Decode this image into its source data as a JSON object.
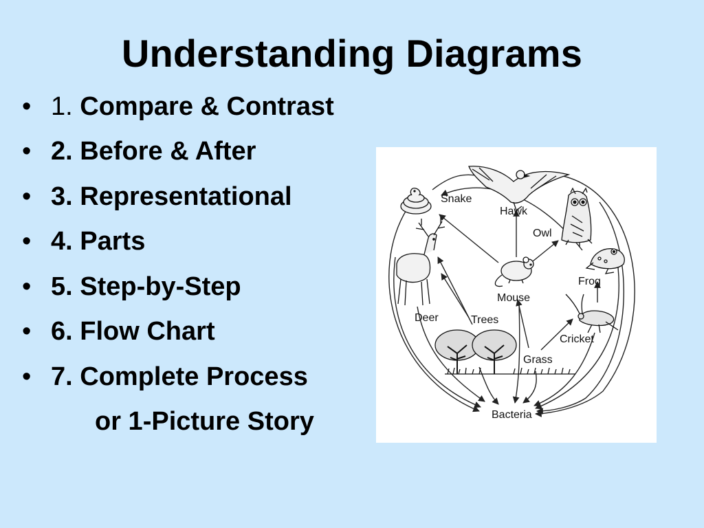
{
  "slide": {
    "title": "Understanding Diagrams"
  },
  "bullets": [
    {
      "number": "1.",
      "text": "Compare & Contrast"
    },
    {
      "number": "2.",
      "text": "Before & After"
    },
    {
      "number": "3.",
      "text": "Representational"
    },
    {
      "number": "4.",
      "text": "Parts"
    },
    {
      "number": "5.",
      "text": "Step-by-Step"
    },
    {
      "number": "6.",
      "text": "Flow Chart"
    },
    {
      "number": "7.",
      "text": "Complete Process"
    }
  ],
  "bullet_continuation": "or 1-Picture Story",
  "bullet_symbol": "•",
  "food_web": {
    "labels": {
      "snake": "Snake",
      "hawk": "Hawk",
      "owl": "Owl",
      "frog": "Frog",
      "mouse": "Mouse",
      "deer": "Deer",
      "trees": "Trees",
      "cricket": "Cricket",
      "grass": "Grass",
      "bacteria": "Bacteria"
    }
  },
  "colors": {
    "background": "#cce8fc",
    "panel": "#ffffff",
    "ink": "#111111"
  }
}
